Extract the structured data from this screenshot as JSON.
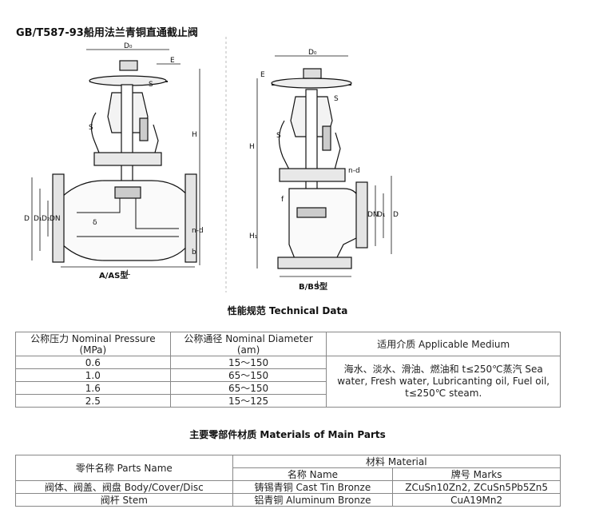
{
  "title": "GB/T587-93船用法兰青铜直通截止阀",
  "figures": {
    "left_caption": "A/AS型",
    "right_caption": "B/BS型",
    "labels": {
      "D0": "D₀",
      "E": "E",
      "S": "S",
      "H": "H",
      "L": "L",
      "b": "b",
      "D": "D",
      "D1": "D₁",
      "D2": "D₂",
      "DN": "DN",
      "nd": "n-d",
      "f": "f",
      "delta": "δ",
      "L1": "L₁",
      "H1": "H₁"
    }
  },
  "technical_data": {
    "heading": "性能规范  Technical Data",
    "col1": "公称压力 Nominal Pressure (MPa)",
    "col2": "公称通径 Nominal Diameter (am)",
    "col3": "适用介质 Applicable Medium",
    "rows": [
      {
        "pressure": "0.6",
        "diameter": "15～150"
      },
      {
        "pressure": "1.0",
        "diameter": "65～150"
      },
      {
        "pressure": "1.6",
        "diameter": "65～150"
      },
      {
        "pressure": "2.5",
        "diameter": "15～125"
      }
    ],
    "medium": "海水、淡水、滑油、燃油和 t≤250℃蒸汽 Sea water, Fresh water, Lubricanting oil, Fuel oil, t≤250℃ steam."
  },
  "materials": {
    "heading": "主要零部件材质  Materials of Main Parts",
    "part_name_header": "零件名称 Parts Name",
    "material_header": "材料 Material",
    "name_header": "名称 Name",
    "marks_header": "牌号 Marks",
    "rows": [
      {
        "part": "阀体、阀盖、阀盘 Body/Cover/Disc",
        "name": "铸锡青铜 Cast Tin Bronze",
        "marks": "ZCuSn10Zn2, ZCuSn5Pb5Zn5"
      },
      {
        "part": "阀杆 Stem",
        "name": "铝青铜 Aluminum Bronze",
        "marks": "CuA19Mn2"
      }
    ]
  }
}
